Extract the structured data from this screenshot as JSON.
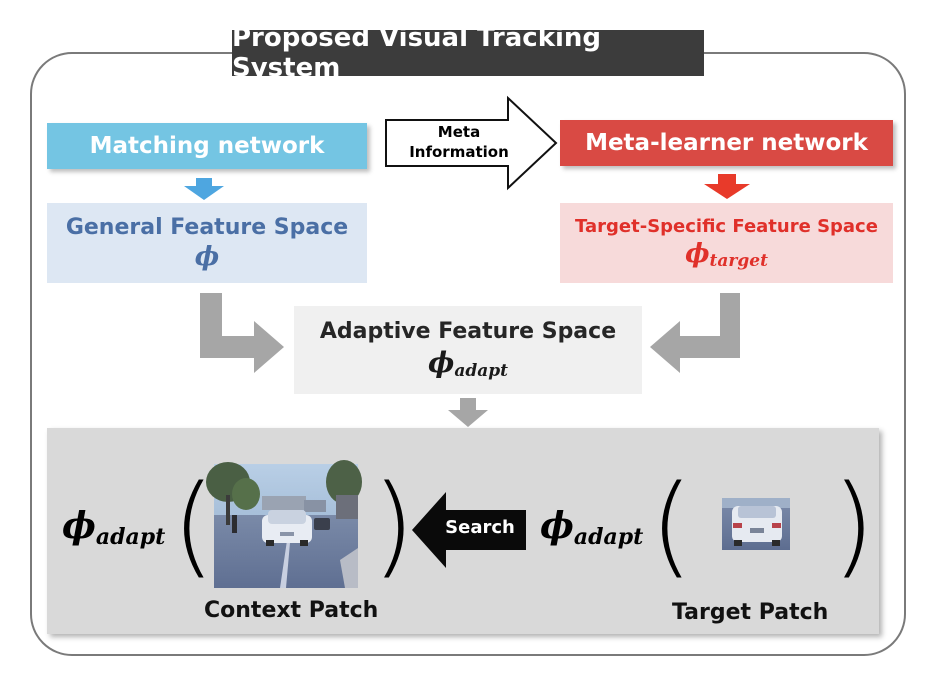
{
  "title": "Proposed Visual Tracking System",
  "matching_network": {
    "label": "Matching network"
  },
  "meta_learner_network": {
    "label": "Meta-learner network"
  },
  "meta_information": {
    "line1": "Meta",
    "line2": "Information"
  },
  "general_feature_space": {
    "label": "General Feature Space",
    "symbol": "ϕ"
  },
  "target_feature_space": {
    "label": "Target-Specific Feature Space",
    "symbol": "ϕ",
    "subscript": "target"
  },
  "adaptive_feature_space": {
    "label": "Adaptive Feature Space",
    "symbol": "ϕ",
    "subscript": "adapt"
  },
  "context_expr": {
    "symbol": "ϕ",
    "subscript": "adapt"
  },
  "target_expr": {
    "symbol": "ϕ",
    "subscript": "adapt"
  },
  "search": {
    "label": "Search"
  },
  "context_patch": {
    "caption": "Context Patch"
  },
  "target_patch": {
    "caption": "Target Patch"
  },
  "colors": {
    "matching": "#74c5e3",
    "meta_learner": "#d94a44",
    "general_bg": "#dde7f3",
    "target_bg": "#f7dada",
    "gray_arrow": "#a6a6a6"
  }
}
